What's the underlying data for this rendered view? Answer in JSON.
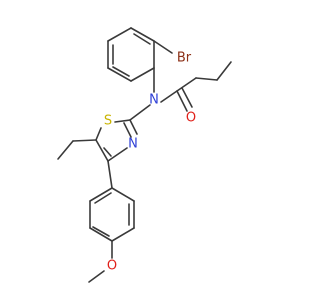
{
  "structure": {
    "atoms": [
      {
        "id": "br",
        "label": "Br",
        "name": "bromine-atom-label",
        "color": "#8b2f16"
      },
      {
        "id": "n",
        "label": "N",
        "name": "amide-nitrogen-label",
        "color": "#2e3fd6"
      },
      {
        "id": "o",
        "label": "O",
        "name": "carbonyl-oxygen-label",
        "color": "#e0201a"
      },
      {
        "id": "s",
        "label": "S",
        "name": "thiazole-sulfur-label",
        "color": "#c9b400"
      },
      {
        "id": "nt",
        "label": "N",
        "name": "thiazole-nitrogen-label",
        "color": "#2e3fd6"
      },
      {
        "id": "om",
        "label": "O",
        "name": "methoxy-oxygen-label",
        "color": "#e0201a"
      }
    ],
    "bond_color": "#3a3a3a"
  }
}
